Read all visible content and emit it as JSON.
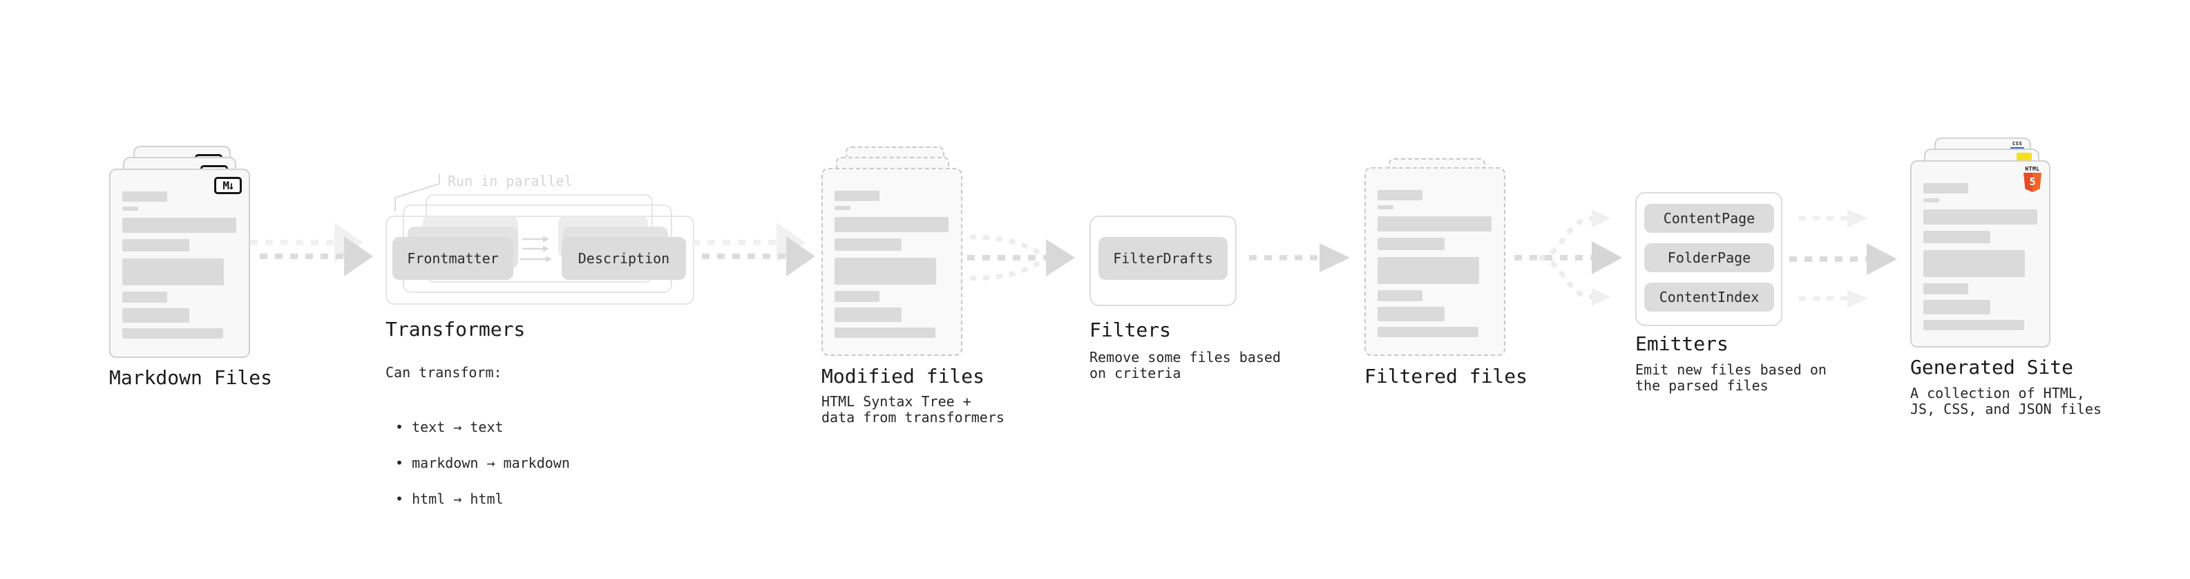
{
  "colors": {
    "html5_orange": "#e44d26",
    "html5_orange_light": "#f16529",
    "js_yellow": "#f7df1e",
    "css_blue": "#2965f1",
    "placeholder_bar": "#dadada",
    "box_fill": "#dcdcdc",
    "arrow_gray": "#dcdcdc",
    "faint_arrow_gray": "#efefef",
    "annotation_gray": "#d5d5d5"
  },
  "stages": {
    "markdown_files": {
      "title": "Markdown Files",
      "badge": "M↓"
    },
    "transformers": {
      "title": "Transformers",
      "parallel_label": "Run in parallel",
      "source_box": "Frontmatter",
      "result_box": "Description",
      "caption_heading": "Can transform:",
      "bullets": [
        "text → text",
        "markdown → markdown",
        "html → html"
      ]
    },
    "modified_files": {
      "title": "Modified files",
      "caption": "HTML Syntax Tree +\ndata from transformers"
    },
    "filters": {
      "title": "Filters",
      "filter_box": "FilterDrafts",
      "caption": "Remove some files based\non criteria"
    },
    "filtered_files": {
      "title": "Filtered files"
    },
    "emitters": {
      "title": "Emitters",
      "boxes": [
        "ContentPage",
        "FolderPage",
        "ContentIndex"
      ],
      "caption": "Emit new files based on\nthe parsed files"
    },
    "generated_site": {
      "title": "Generated Site",
      "caption": "A collection of HTML,\nJS, CSS, and JSON files",
      "html_badge_label": "HTML",
      "html_badge_number": "5",
      "css_badge_label": "CSS"
    }
  }
}
